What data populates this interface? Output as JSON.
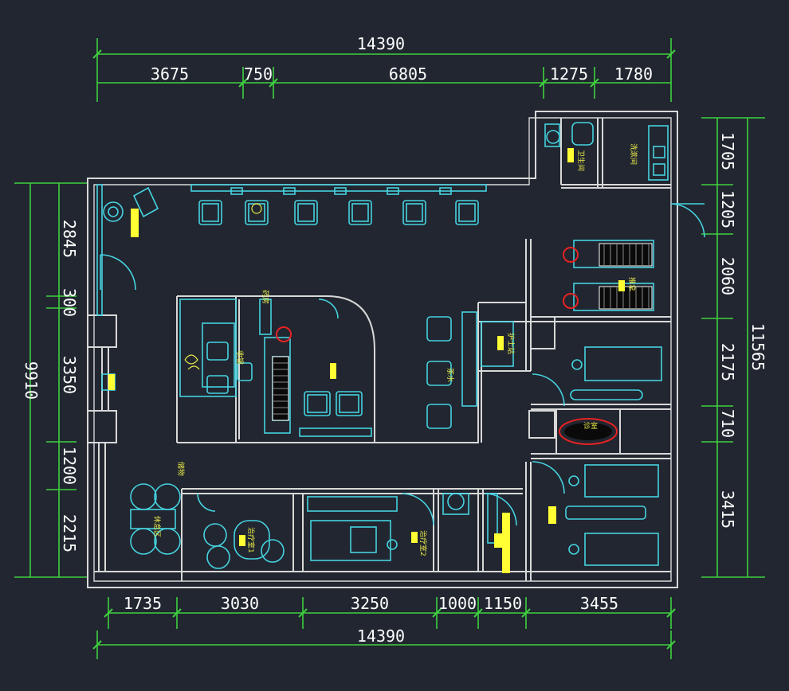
{
  "colors": {
    "background": "#212630",
    "wall": "#d8d8d8",
    "furniture": "#46d3e0",
    "dimension": "#3fd13f",
    "dimension_text": "#ffffff",
    "label_text": "#e8e84a",
    "label_block": "#ffff33",
    "fixture_red": "#e62222"
  },
  "dimensions": {
    "top_total": "14390",
    "top": [
      "3675",
      "750",
      "6805",
      "1275",
      "1780"
    ],
    "bottom": [
      "1735",
      "3030",
      "3250",
      "1000",
      "1150",
      "3455"
    ],
    "bottom_total": "14390",
    "left_total": "9910",
    "left": [
      "2845",
      "300",
      "3350",
      "1200",
      "2215"
    ],
    "right": [
      "1705",
      "1205",
      "2060",
      "2175",
      "710",
      "3415"
    ],
    "right_total": "11565"
  },
  "room_labels": {
    "bathroom": "卫生间",
    "washroom": "洗漱间",
    "nurse_room": "护士站",
    "treatment_1": "治疗室1",
    "treatment_2": "治疗室2",
    "massage": "推拿",
    "consult": "诊室",
    "lounge": "休息区",
    "storage": "储物",
    "pharmacy": "药房",
    "reception": "收银",
    "tea": "茶水"
  }
}
